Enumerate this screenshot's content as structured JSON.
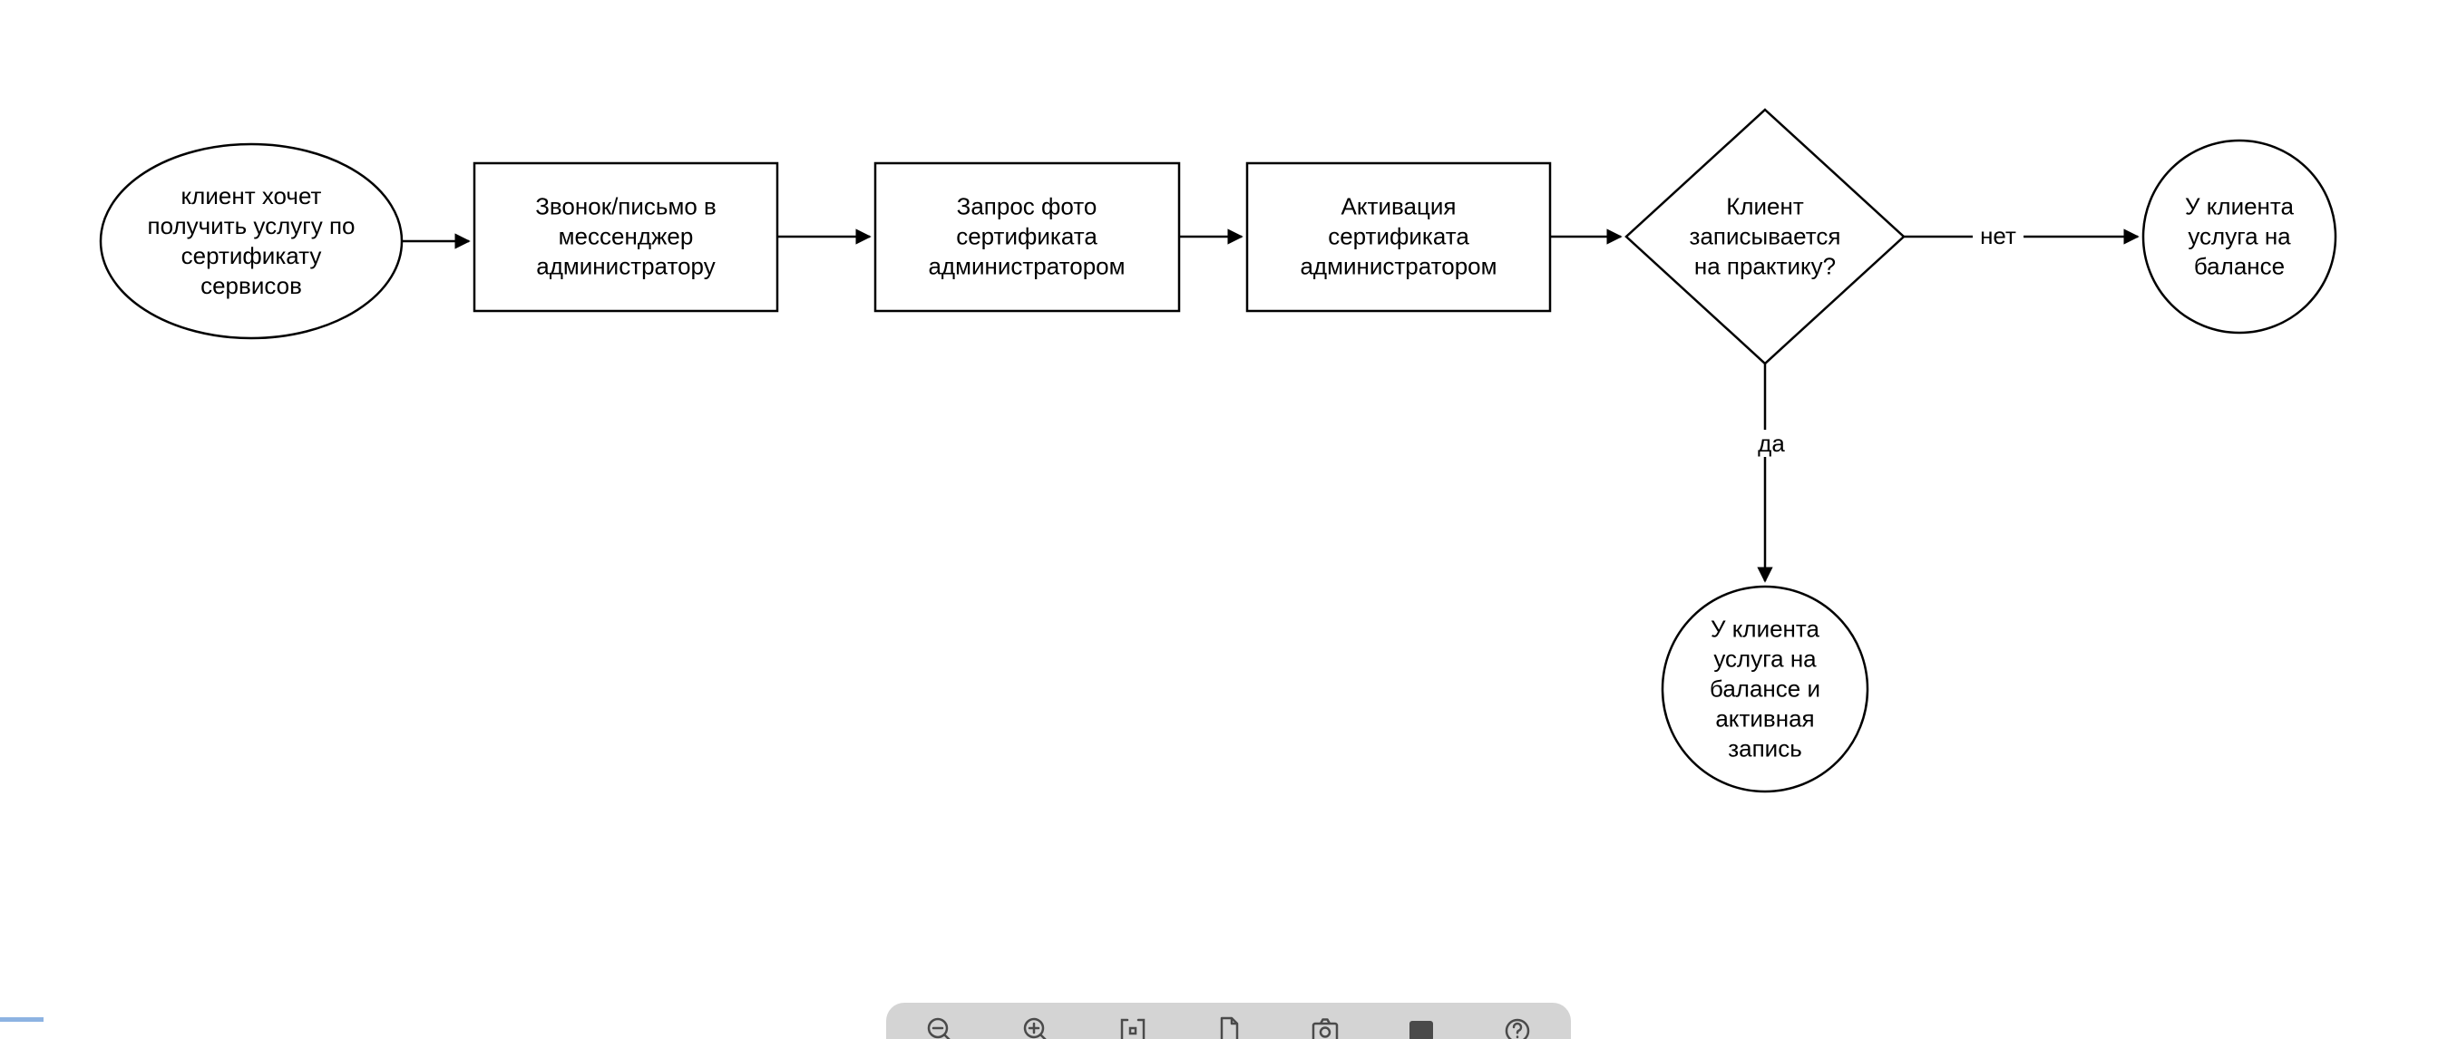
{
  "diagram": {
    "stroke_color": "#000000",
    "fill_color": "#ffffff",
    "text_color": "#000000",
    "nodes": [
      {
        "id": "start",
        "type": "ellipse",
        "label": "клиент хочет\nполучить услугу по\nсертификату\nсервисов"
      },
      {
        "id": "step1",
        "type": "rect",
        "label": "Звонок/письмо в\nмессенджер\nадминистратору"
      },
      {
        "id": "step2",
        "type": "rect",
        "label": "Запрос фото\nсертификата\nадминистратором"
      },
      {
        "id": "step3",
        "type": "rect",
        "label": "Активация\nсертификата\nадминистратором"
      },
      {
        "id": "decision",
        "type": "diamond",
        "label": "Клиент\nзаписывается\nна практику?"
      },
      {
        "id": "end_no",
        "type": "circle",
        "label": "У клиента\nуслуга на\nбалансе"
      },
      {
        "id": "end_yes",
        "type": "circle",
        "label": "У клиента\nуслуга на\nбалансе и\nактивная\nзапись"
      }
    ],
    "edges": [
      {
        "from": "start",
        "to": "step1",
        "label": ""
      },
      {
        "from": "step1",
        "to": "step2",
        "label": ""
      },
      {
        "from": "step2",
        "to": "step3",
        "label": ""
      },
      {
        "from": "step3",
        "to": "decision",
        "label": ""
      },
      {
        "from": "decision",
        "to": "end_no",
        "label": "нет"
      },
      {
        "from": "decision",
        "to": "end_yes",
        "label": "да"
      }
    ]
  },
  "toolbar": {
    "background": "#d4d4d4",
    "icon_color": "#4a4a4a",
    "icons": [
      "zoom-out",
      "zoom-in",
      "fit-view",
      "page",
      "camera",
      "fullscreen",
      "help"
    ]
  }
}
